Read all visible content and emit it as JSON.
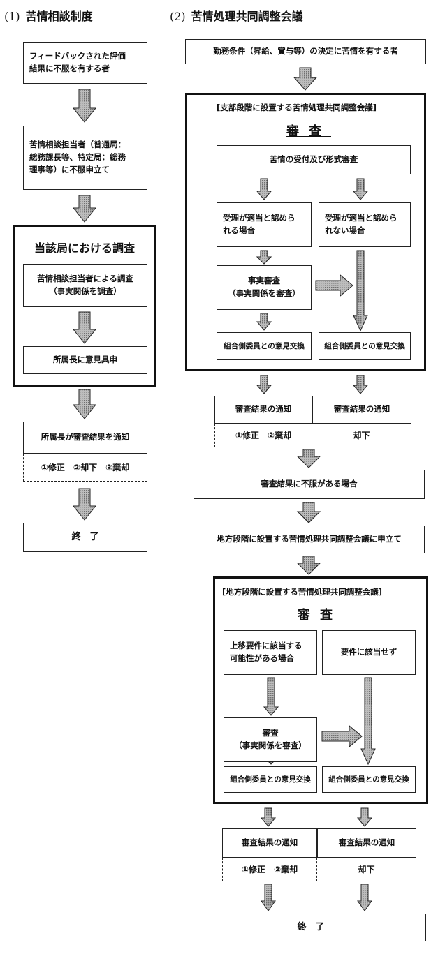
{
  "left_section": {
    "number": "(1)",
    "title": "苦情相談制度",
    "step1": "フィードバックされた評価\n結果に不服を有する者",
    "step2": "苦情相談担当者（普通局：\n総務課長等、特定局：総務\n理事等）に不服申立て",
    "investigation": {
      "heading": "当該局における調査",
      "substep1": "苦情相談担当者による調査\n（事実関係を調査）",
      "substep2": "所属長に意見具申"
    },
    "notify": {
      "label": "所属長が審査結果を通知",
      "options": "①修正　②却下　③棄却"
    },
    "end": "終　了"
  },
  "right_section": {
    "number": "(2)",
    "title": "苦情処理共同調整会議",
    "start": "勤務条件（昇給、賞与等）の決定に苦情を有する者",
    "branch_meeting": {
      "caption": "[支部段階に設置する苦情処理共同調整会議]",
      "heading": "審査",
      "intake": "苦情の受付及び形式審査",
      "accepted": "受理が適当と認めら\nれる場合",
      "not_accepted": "受理が適当と認めら\nれない場合",
      "fact_review": "事実審査\n（事実関係を審査）",
      "exchange_left": "組合側委員との意見交換",
      "exchange_right": "組合側委員との意見交換"
    },
    "branch_results": {
      "left_label": "審査結果の通知",
      "left_options": "①修正　②棄却",
      "right_label": "審査結果の通知",
      "right_option": "却下"
    },
    "dissatisfied": "審査結果に不服がある場合",
    "appeal": "地方段階に設置する苦情処理共同調整会議に申立て",
    "regional_meeting": {
      "caption": "[地方段階に設置する苦情処理共同調整会議]",
      "heading": "審査",
      "possible": "上移要件に該当する\n可能性がある場合",
      "not_applicable": "要件に該当せず",
      "review": "審査\n（事実関係を審査）",
      "exchange_left": "組合側委員との意見交換",
      "exchange_right": "組合側委員との意見交換"
    },
    "regional_results": {
      "left_label": "審査結果の通知",
      "left_options": "①修正　②棄却",
      "right_label": "審査結果の通知",
      "right_option": "却下"
    },
    "end": "終　了"
  },
  "colors": {
    "arrow_fill": "#9a9a9a",
    "arrow_stroke": "#222222",
    "border": "#222222"
  }
}
